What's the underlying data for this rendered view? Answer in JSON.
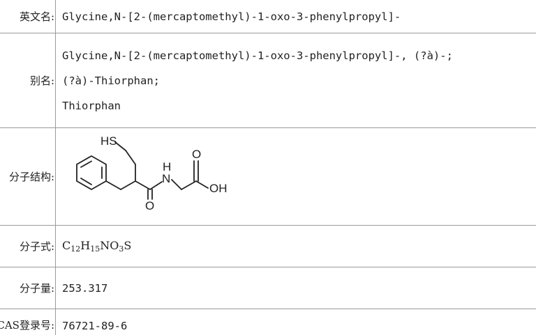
{
  "rows": {
    "english_name": {
      "label": "英文名:",
      "value": "Glycine,N-[2-(mercaptomethyl)-1-oxo-3-phenylpropyl]-"
    },
    "synonyms": {
      "label": "别名:",
      "lines": [
        "Glycine,N-[2-(mercaptomethyl)-1-oxo-3-phenylpropyl]-, (?à)-;",
        "(?à)-Thiorphan;",
        "Thiorphan"
      ]
    },
    "structure": {
      "label": "分子结构:",
      "atoms": {
        "thiol": "HS",
        "nitrogen": "N",
        "amide_h": "H",
        "carbonyl_o": "O",
        "acid_o": "O",
        "hydroxyl": "OH"
      }
    },
    "formula": {
      "label": "分子式:",
      "parts": [
        "C",
        "12",
        "H",
        "15",
        "NO",
        "3",
        "S"
      ]
    },
    "weight": {
      "label": "分子量:",
      "value": "253.317"
    },
    "cas": {
      "label": "CAS登录号:",
      "value": "76721-89-6"
    }
  }
}
